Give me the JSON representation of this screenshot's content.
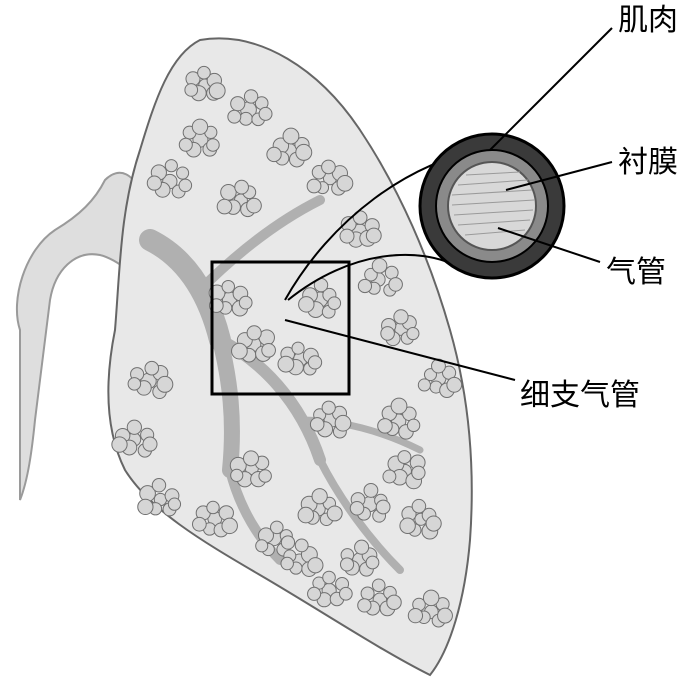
{
  "labels": {
    "muscle": "肌肉",
    "lining": "衬膜",
    "trachea": "气管",
    "bronchiole": "细支气管"
  },
  "colors": {
    "line": "#000000",
    "lung_fill": "#e6e6e6",
    "alveoli_fill": "#d2d2d2",
    "muscle_ring": "#3a3a3a",
    "lining_ring": "#8a8a8a",
    "lumen": "#d8d8d8"
  }
}
